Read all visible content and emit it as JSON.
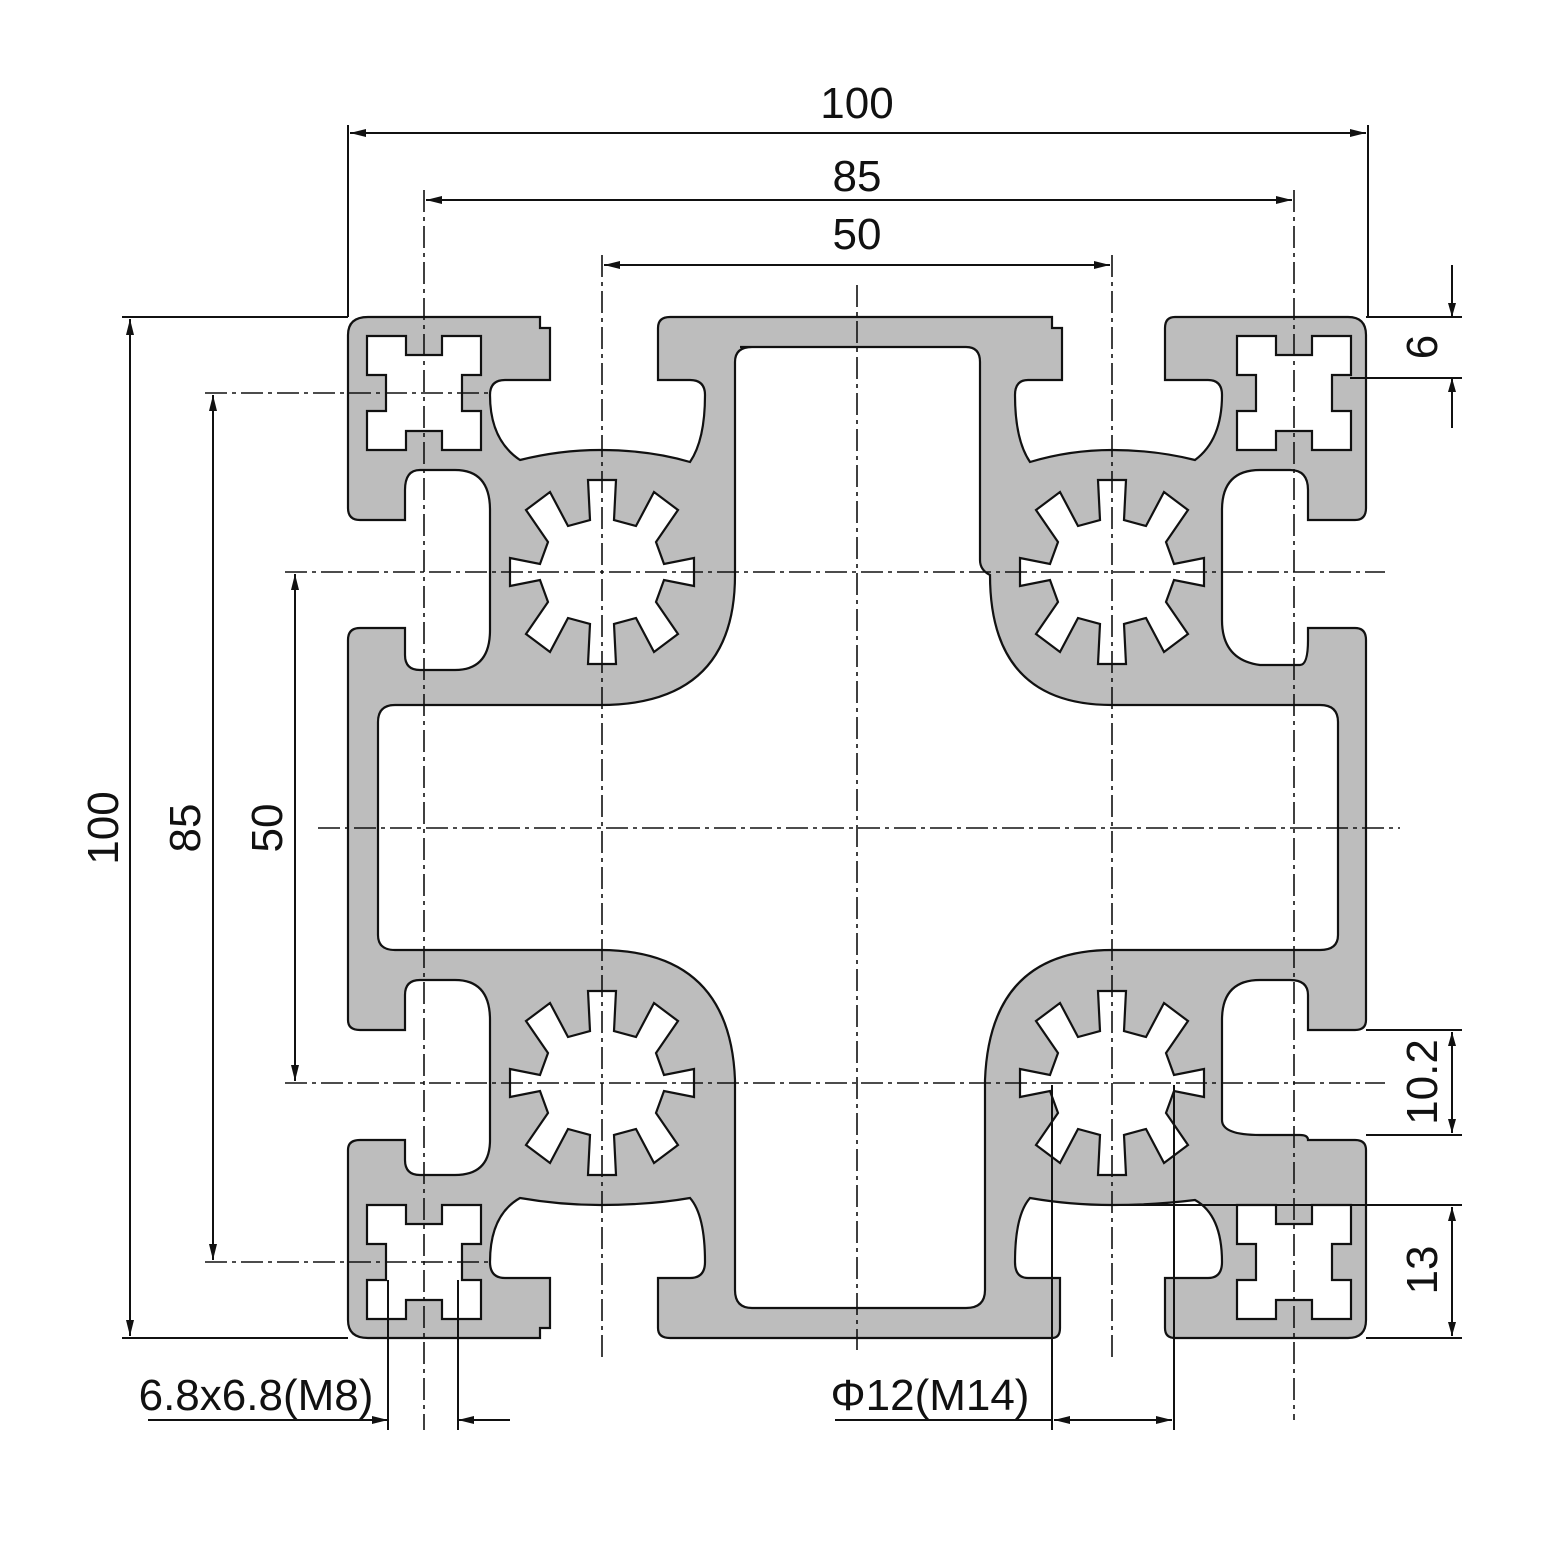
{
  "colors": {
    "profile_fill": "#bdbdbd",
    "line": "#111111",
    "background": "#ffffff"
  },
  "dimensions": {
    "top_100": "100",
    "top_85": "85",
    "top_50": "50",
    "left_100": "100",
    "left_85": "85",
    "left_50": "50",
    "right_6": "6",
    "right_10_2": "10.2",
    "right_13": "13",
    "bottom_slot": "6.8x6.8(M8)",
    "bottom_bore": "Φ12(M14)"
  }
}
